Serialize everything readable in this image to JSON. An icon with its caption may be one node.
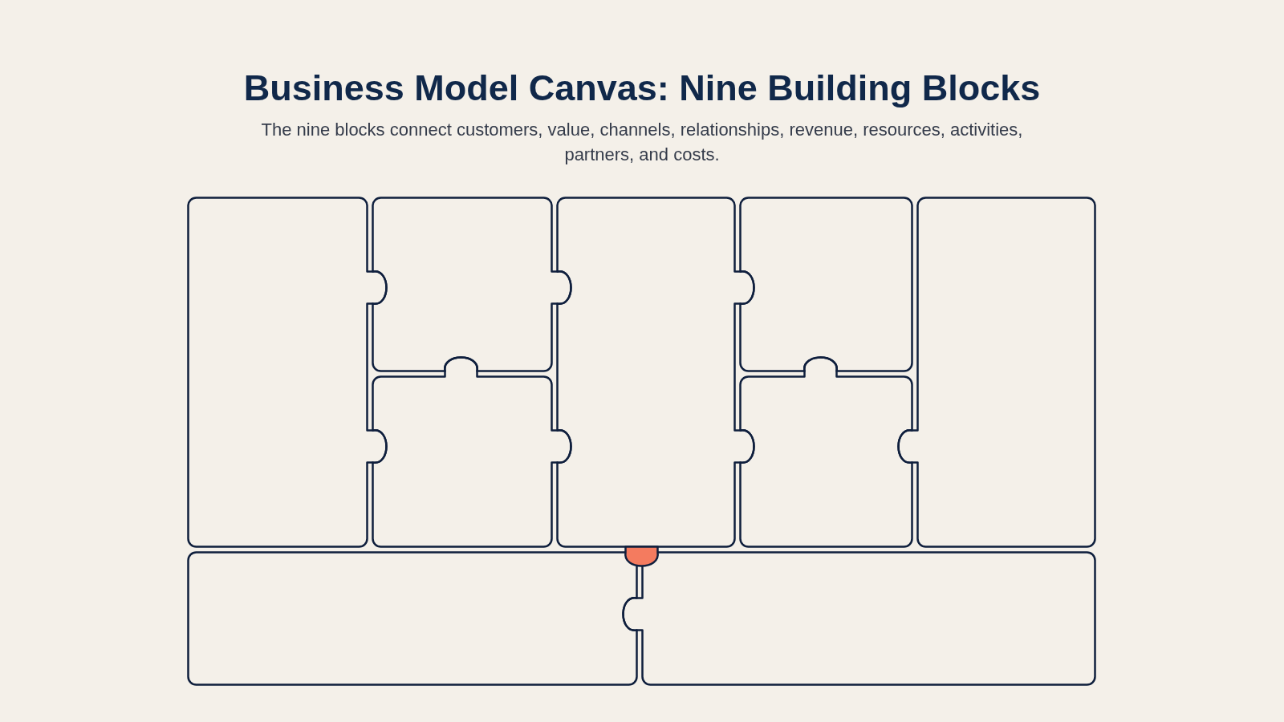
{
  "diagram": {
    "title": "Business Model Canvas: Nine Building Blocks",
    "caption": "The nine blocks connect customers, value, channels, relationships, revenue, resources, activities, partners, and costs.",
    "nodes": [
      {
        "text": [],
        "shape": "puzzle"
      },
      {
        "text": [],
        "shape": "puzzle"
      },
      {
        "text": [],
        "shape": "puzzle"
      },
      {
        "text": [],
        "shape": "puzzle"
      },
      {
        "text": [],
        "shape": "puzzle"
      },
      {
        "text": [],
        "shape": "puzzle"
      },
      {
        "text": [],
        "shape": "puzzle"
      },
      {
        "text": [],
        "shape": "puzzle"
      },
      {
        "text": [],
        "shape": "puzzle"
      }
    ]
  }
}
